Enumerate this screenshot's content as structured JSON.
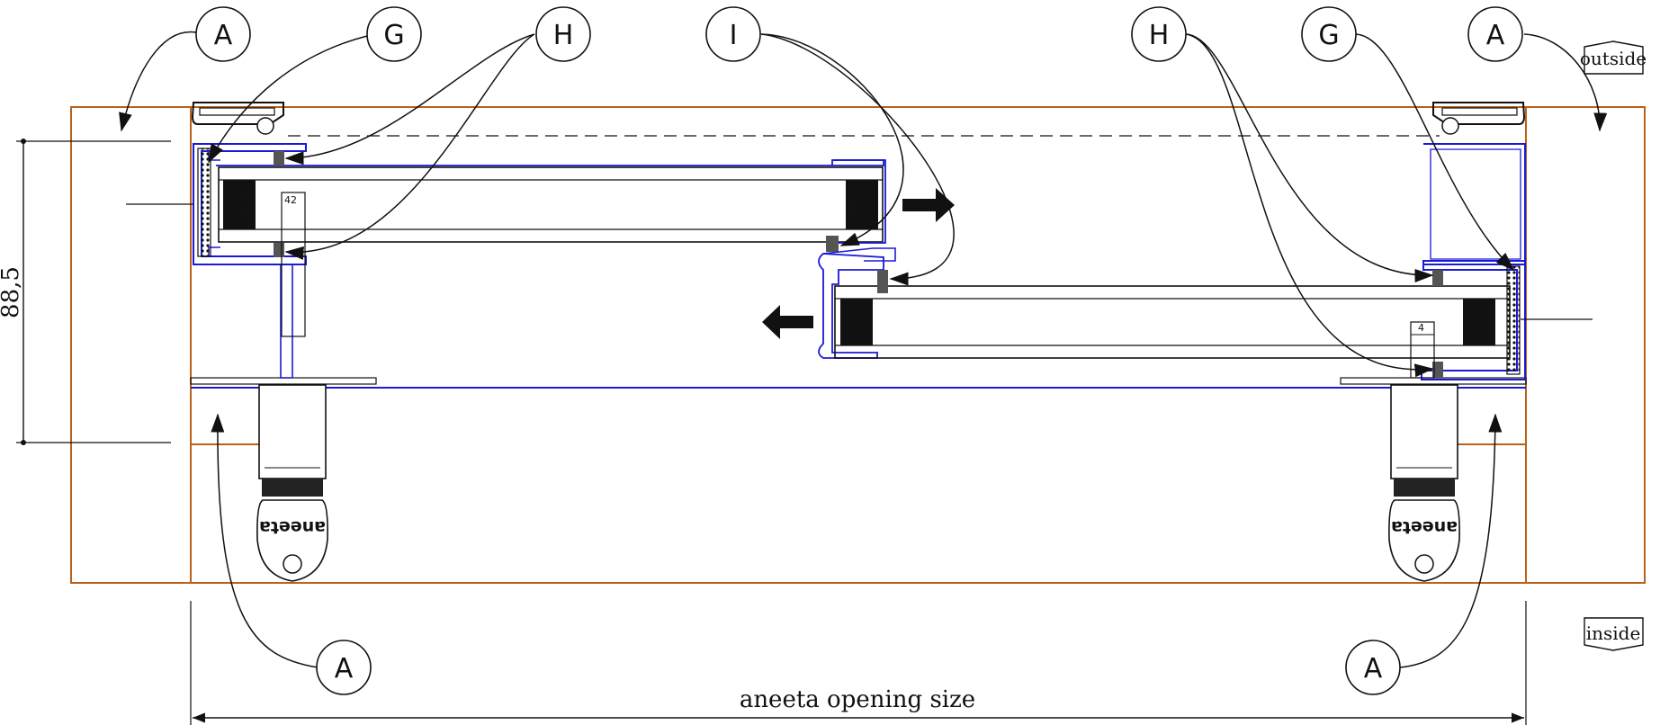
{
  "diagram": {
    "callouts": {
      "top": [
        "A",
        "G",
        "H",
        "I",
        "H",
        "G",
        "A"
      ],
      "bottom": [
        "A",
        "A"
      ]
    },
    "tags": {
      "outside": "outside",
      "inside": "inside"
    },
    "dimensions": {
      "height": "88,5",
      "width": "aneeta opening size",
      "gap_left": "42",
      "gap_right": "4"
    },
    "key_brand": "aneeta",
    "colors": {
      "wood": "#b8621b",
      "aluminium": "#1a1ad6",
      "line": "#111111"
    }
  }
}
